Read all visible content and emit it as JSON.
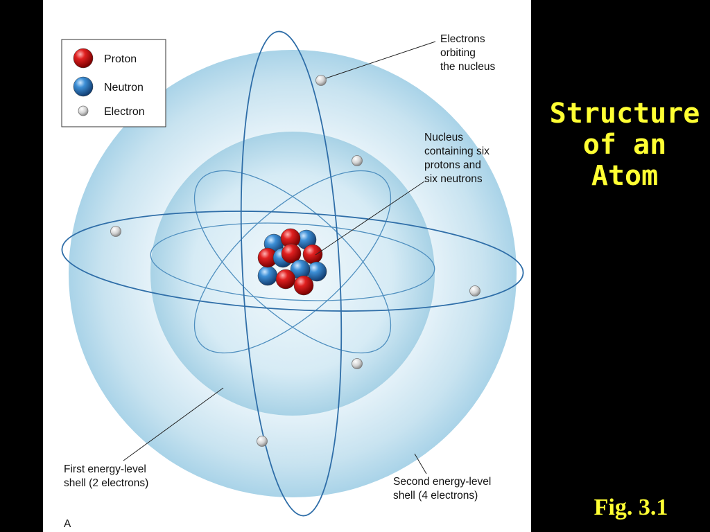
{
  "legend": {
    "proton": "Proton",
    "neutron": "Neutron",
    "electron": "Electron"
  },
  "labels": {
    "electrons_orbiting": [
      "Electrons",
      "orbiting",
      "the nucleus"
    ],
    "nucleus": [
      "Nucleus",
      "containing six",
      "protons and",
      "six neutrons"
    ],
    "first_shell": [
      "First energy-level",
      "shell (2 electrons)"
    ],
    "second_shell": [
      "Second energy-level",
      "shell (4 electrons)"
    ],
    "panel_letter": "A"
  },
  "title": [
    "Structure",
    "of an",
    "Atom"
  ],
  "figure_caption": "Fig. 3.1",
  "colors": {
    "proton": "#d01818",
    "neutron": "#2f7fc6",
    "electron": "#d8d8d8",
    "title_text": "#ffff33",
    "orbit_line": "#2f6ea8"
  }
}
